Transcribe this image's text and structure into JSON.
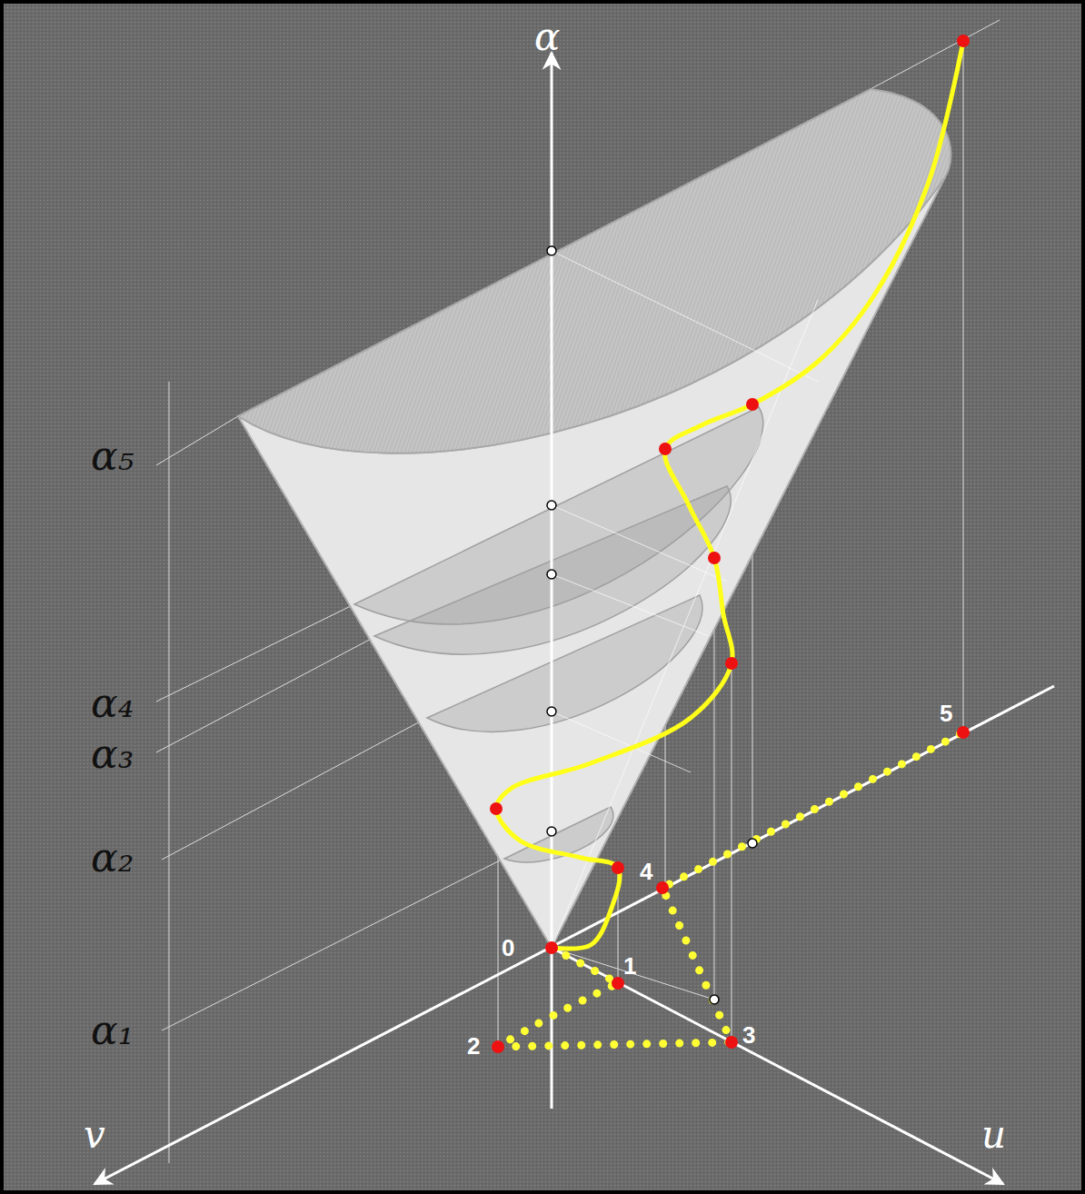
{
  "diagram": {
    "labels": [
      "α",
      "α₅",
      "α₄",
      "α₃",
      "α₂",
      "α₁",
      "v",
      "u",
      "0",
      "1",
      "2",
      "3",
      "4",
      "5"
    ]
  }
}
